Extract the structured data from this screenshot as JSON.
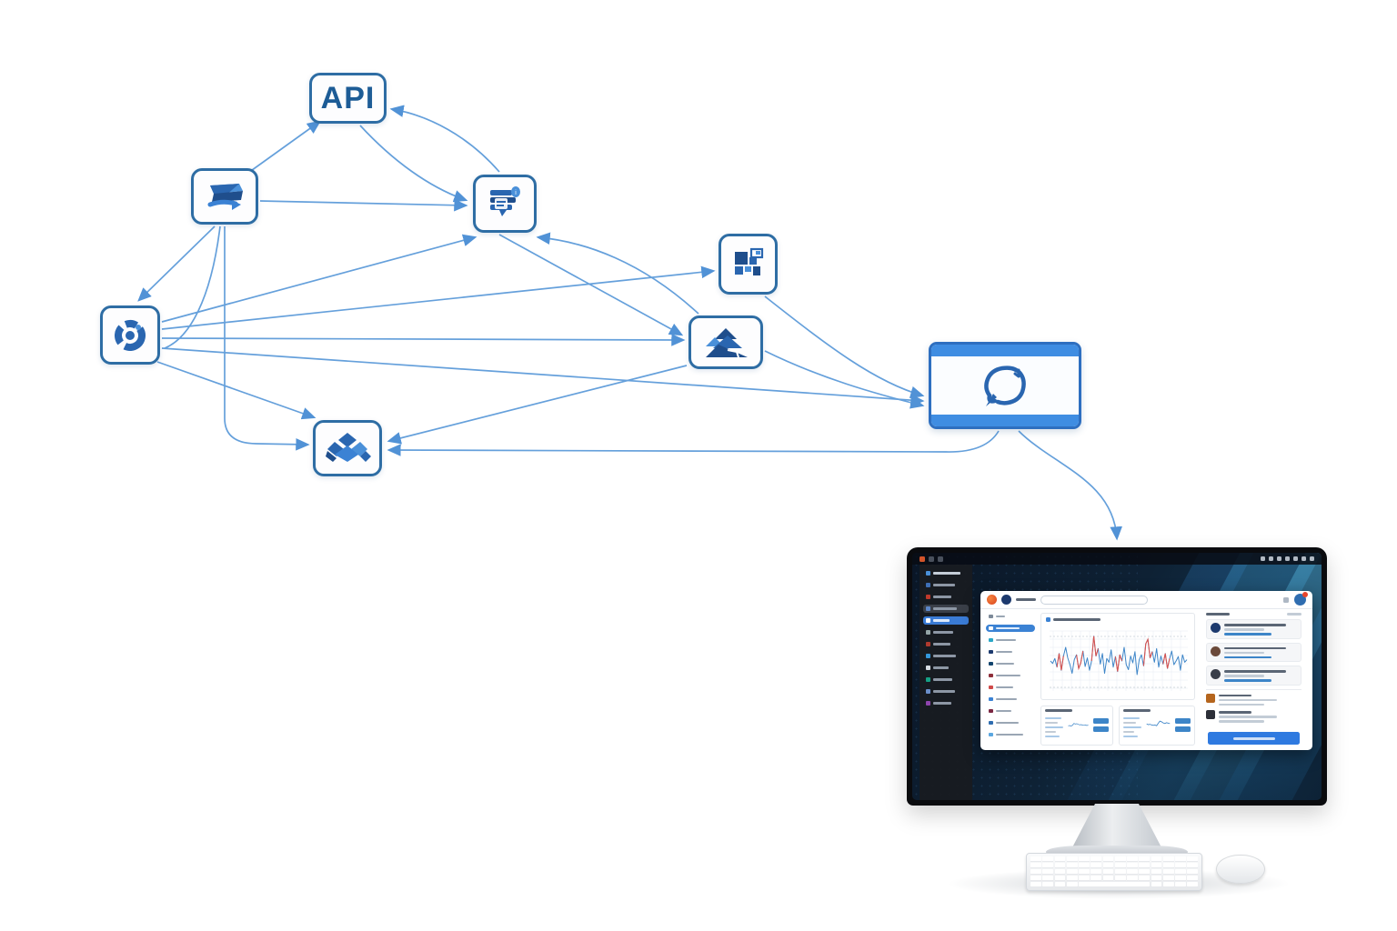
{
  "diagram": {
    "api_label": "API",
    "accent_color": "#4a8fd4",
    "node_border_color": "#2e6da4",
    "icon_dark_blue": "#2a66b0",
    "icon_light_blue": "#4a90d9",
    "nodes": [
      {
        "id": "api",
        "label": "API",
        "icon": "api-label"
      },
      {
        "id": "envelope",
        "icon": "envelope-3d-icon"
      },
      {
        "id": "list-chat",
        "icon": "list-chat-icon"
      },
      {
        "id": "grid",
        "icon": "grid-modules-icon"
      },
      {
        "id": "donut",
        "icon": "donut-chart-icon"
      },
      {
        "id": "mountain",
        "icon": "mountain-chart-icon"
      },
      {
        "id": "layers",
        "icon": "layered-chevron-icon"
      },
      {
        "id": "sync-window",
        "icon": "sync-refresh-icon"
      }
    ],
    "edges": [
      {
        "from": "envelope",
        "to": "api"
      },
      {
        "from": "list-chat",
        "to": "api"
      },
      {
        "from": "api",
        "to": "list-chat"
      },
      {
        "from": "envelope",
        "to": "list-chat"
      },
      {
        "from": "envelope",
        "to": "donut"
      },
      {
        "from": "envelope",
        "to": "layers"
      },
      {
        "from": "donut",
        "to": "list-chat"
      },
      {
        "from": "donut",
        "to": "grid"
      },
      {
        "from": "donut",
        "to": "mountain"
      },
      {
        "from": "list-chat",
        "to": "mountain"
      },
      {
        "from": "mountain",
        "to": "list-chat"
      },
      {
        "from": "donut",
        "to": "sync-window"
      },
      {
        "from": "grid",
        "to": "sync-window"
      },
      {
        "from": "mountain",
        "to": "sync-window"
      },
      {
        "from": "mountain",
        "to": "layers"
      },
      {
        "from": "sync-window",
        "to": "layers"
      },
      {
        "from": "donut",
        "to": "layers"
      },
      {
        "from": "sync-window",
        "to": "monitor"
      }
    ]
  },
  "monitor": {
    "os": {
      "topbar_left_icons": [
        "app-orange-icon",
        "app-dark-icon",
        "app-dark-icon"
      ],
      "tray_icon_count": 7,
      "dock_items": [
        {
          "icon_color": "#4a90d9",
          "kind": "app-title"
        },
        {
          "icon_color": "#3f6fb5"
        },
        {
          "icon_color": "#c0392b"
        },
        {
          "icon_color": "#5d87c9",
          "state": "hover"
        },
        {
          "icon_color": "#ffffff",
          "state": "selected"
        },
        {
          "icon_color": "#95a5a6"
        },
        {
          "icon_color": "#b03a2e"
        },
        {
          "icon_color": "#3498db"
        },
        {
          "icon_color": "#d8dde3"
        },
        {
          "icon_color": "#16a085"
        },
        {
          "icon_color": "#6b8fc9"
        },
        {
          "icon_color": "#8e44ad"
        }
      ],
      "dock_selected_color": "#3a7bd5",
      "dock_hover_color": "#3a3f48"
    },
    "browser": {
      "titlebar": {
        "logo_color": "#e8622c",
        "profile_circle_color": "#1d3a6e",
        "search_placeholder": "",
        "account_icon_color": "#2f6db0",
        "badge_color": "#e8452c"
      },
      "sidebar_item_icon_colors": [
        "#3b82d4",
        "#2aa7c7",
        "#1d3a6e",
        "#13456e",
        "#8f2f3b",
        "#d04a4a",
        "#3b82d4",
        "#7a2742",
        "#2f6db0",
        "#5ba7e0"
      ],
      "sidebar_selected_index": 0,
      "sidebar_selected_color": "#3b82d4",
      "main_chart": {
        "type": "line",
        "line_color": "#3d85c8",
        "alt_color": "#d9534f",
        "values": [
          50,
          46,
          54,
          40,
          62,
          35,
          58,
          72,
          55,
          44,
          30,
          52,
          60,
          38,
          47,
          66,
          41,
          55,
          35,
          50,
          90,
          58,
          70,
          45,
          62,
          30,
          54,
          48,
          68,
          40,
          57,
          33,
          60,
          50,
          72,
          44,
          36,
          58,
          47,
          65,
          28,
          52,
          60,
          42,
          78,
          85,
          55,
          65,
          48,
          70,
          40,
          58,
          45,
          62,
          38,
          54,
          66,
          44,
          50,
          57,
          35,
          60,
          48,
          52
        ],
        "red_ranges": [
          [
            3,
            6
          ],
          [
            12,
            15
          ],
          [
            19,
            22
          ],
          [
            30,
            33
          ],
          [
            43,
            47
          ],
          [
            52,
            55
          ]
        ],
        "grid": true,
        "dashed_bounds": true
      },
      "mini_charts": [
        {
          "type": "line",
          "line_color": "#3d85c8",
          "values": [
            40,
            42,
            38,
            45,
            60,
            55,
            58,
            52,
            48,
            50,
            46,
            44,
            47,
            43,
            46
          ],
          "button_count": 2
        },
        {
          "type": "line",
          "line_color": "#3d85c8",
          "values": [
            55,
            50,
            52,
            48,
            45,
            47,
            42,
            60,
            75,
            70,
            62,
            58,
            64,
            60,
            57
          ],
          "button_count": 2
        }
      ],
      "notifications": {
        "cards": [
          {
            "avatar": "navy-logo",
            "avatar_color": "#1d3a6e"
          },
          {
            "avatar": "photo",
            "avatar_color": "#6b4a3a"
          },
          {
            "avatar": "photo",
            "avatar_color": "#3a3f4a"
          }
        ],
        "compact_items": [
          {
            "avatar": "photo",
            "avatar_color": "#b5651d"
          },
          {
            "avatar": "photo",
            "avatar_color": "#2c2f38"
          }
        ],
        "primary_button_color": "#2f7ae0"
      }
    }
  }
}
